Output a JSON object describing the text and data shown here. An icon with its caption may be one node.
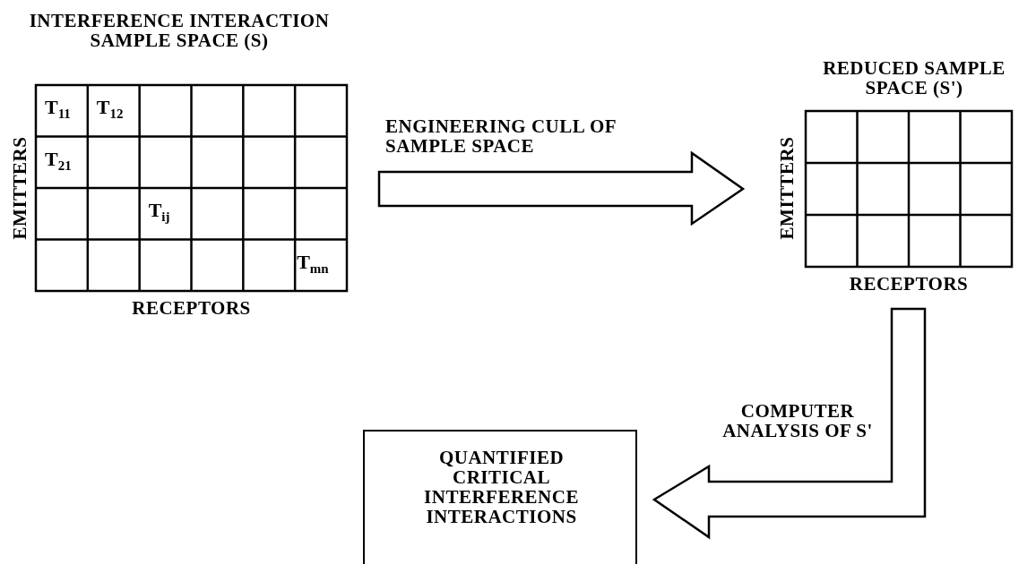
{
  "diagram": {
    "nodes": [
      {
        "text": [
          "INTERFERENCE INTERACTION SAMPLE SPACE (S)"
        ],
        "beside": [
          "EMITTERS",
          "RECEPTORS"
        ]
      },
      {
        "text": [
          "REDUCED SAMPLE SPACE (S')"
        ],
        "beside": [
          "EMITTERS",
          "RECEPTORS"
        ]
      },
      {
        "text": [
          "QUANTIFIED CRITICAL INTERFERENCE INTERACTIONS"
        ]
      }
    ],
    "edges": [
      {
        "from": 0,
        "to": 1,
        "arrow": "to",
        "label": "ENGINEERING CULL OF SAMPLE SPACE"
      },
      {
        "from": 1,
        "to": 2,
        "arrow": "to",
        "label": "COMPUTER ANALYSIS OF S'"
      }
    ],
    "labels": [
      "T$_{11}$",
      "T$_{12}$",
      "T$_{21}$",
      "T$_{ij}$",
      "T$_{mn}$"
    ]
  }
}
